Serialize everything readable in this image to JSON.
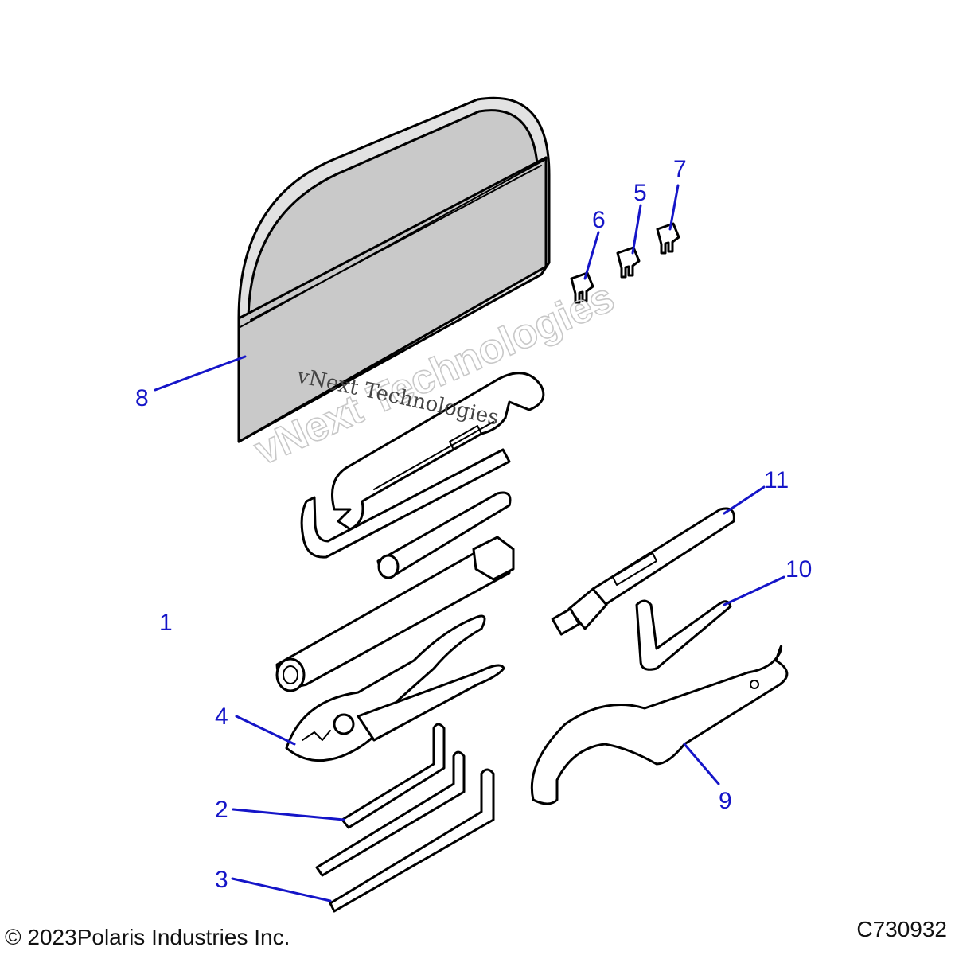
{
  "diagram": {
    "callouts": [
      {
        "id": "1",
        "label": "1"
      },
      {
        "id": "2",
        "label": "2"
      },
      {
        "id": "3",
        "label": "3"
      },
      {
        "id": "4",
        "label": "4"
      },
      {
        "id": "5",
        "label": "5"
      },
      {
        "id": "6",
        "label": "6"
      },
      {
        "id": "7",
        "label": "7"
      },
      {
        "id": "8",
        "label": "8"
      },
      {
        "id": "9",
        "label": "9"
      },
      {
        "id": "10",
        "label": "10"
      },
      {
        "id": "11",
        "label": "11"
      }
    ],
    "callout_color": "#1515c8",
    "pouch_color": "#c9c9c9"
  },
  "watermark": {
    "primary": "vNext Technologies",
    "secondary": "vNext Technologies"
  },
  "footer": {
    "copyright": "© 2023Polaris Industries Inc.",
    "figure_id": "C730932"
  }
}
